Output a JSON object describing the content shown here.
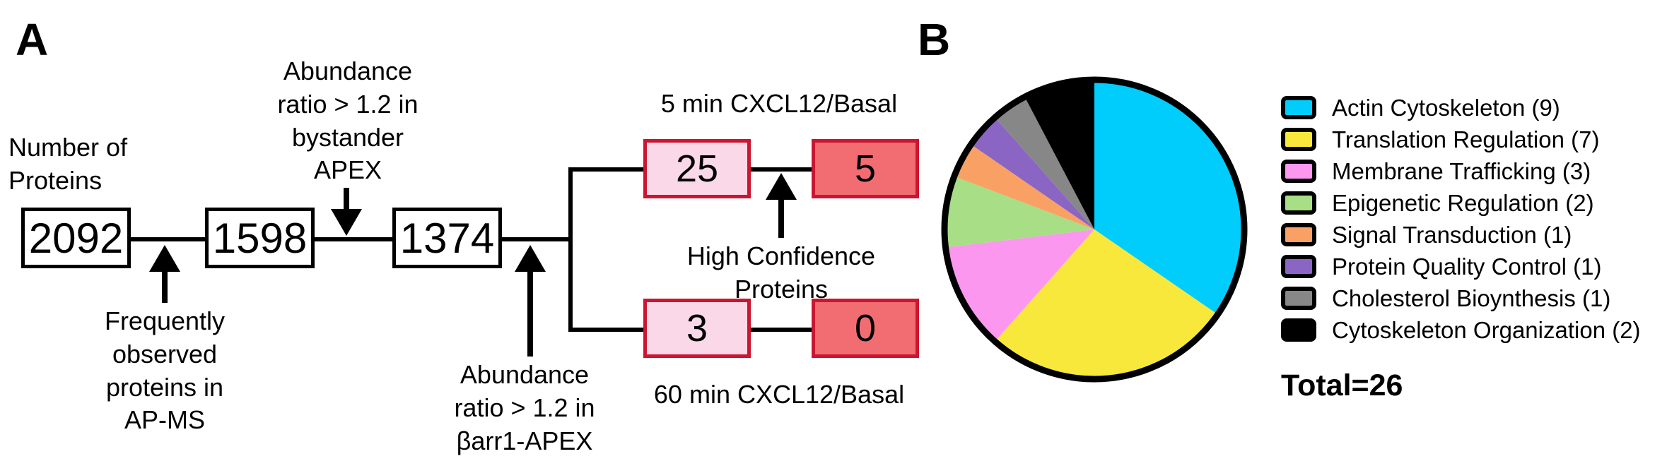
{
  "panel_a": {
    "label": "A",
    "axis_note": "Number of\nProteins",
    "main_boxes": [
      "2092",
      "1598",
      "1374"
    ],
    "branch_boxes": {
      "top_left": "25",
      "top_right": "5",
      "bottom_left": "3",
      "bottom_right": "0"
    },
    "annotations": {
      "frequently": "Frequently\nobserved\nproteins in\nAP-MS",
      "bystander": "Abundance\nratio > 1.2 in\nbystander\nAPEX",
      "barr1": "Abundance\nratio > 1.2 in\nβarr1-APEX",
      "high_confidence": "High Confidence\nProteins",
      "branch_top": "5 min CXCL12/Basal",
      "branch_bottom": "60 min CXCL12/Basal"
    },
    "colors": {
      "candidate_box_fill": "#FBD8E7",
      "high_confidence_box_fill": "#F16D72",
      "red_box_border": "#CB1531",
      "line_color": "#000000"
    }
  },
  "panel_b": {
    "label": "B",
    "total_label": "Total=26"
  },
  "chart_data": {
    "type": "pie",
    "title": "",
    "categories": [
      "Actin Cytoskeleton",
      "Translation Regulation",
      "Membrane Trafficking",
      "Epigenetic Regulation",
      "Signal Transduction",
      "Protein Quality Control",
      "Cholesterol Bioynthesis",
      "Cytoskeleton Organization"
    ],
    "values": [
      9,
      7,
      3,
      2,
      1,
      1,
      1,
      2
    ],
    "colors": [
      "#00CDFB",
      "#F8E83C",
      "#FB97EF",
      "#A8DE85",
      "#F9A164",
      "#8A65C4",
      "#878787",
      "#000000"
    ],
    "legend_labels": [
      "Actin Cytoskeleton (9)",
      "Translation Regulation (7)",
      "Membrane Trafficking (3)",
      "Epigenetic Regulation (2)",
      "Signal Transduction (1)",
      "Protein Quality Control (1)",
      "Cholesterol Bioynthesis (1)",
      "Cytoskeleton Organization (2)"
    ],
    "total": 26,
    "start_angle_deg": -90,
    "direction": "clockwise",
    "legend_position": "right",
    "outline_color": "#000000"
  }
}
